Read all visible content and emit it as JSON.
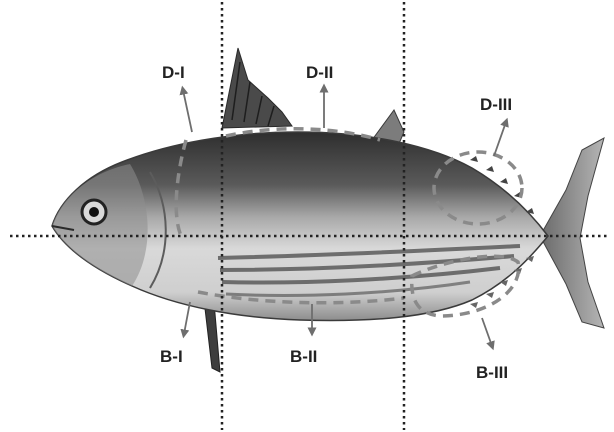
{
  "labels": {
    "d1": "D-I",
    "d2": "D-II",
    "d3": "D-III",
    "b1": "B-I",
    "b2": "B-II",
    "b3": "B-III"
  },
  "colors": {
    "arrow": "#6e6e6e",
    "dashed_outline": "#8a8a8a",
    "divider": "#222222",
    "fish_back": "#3a3a3a",
    "fish_mid": "#9a9a9a",
    "fish_belly": "#e2e2e2"
  }
}
